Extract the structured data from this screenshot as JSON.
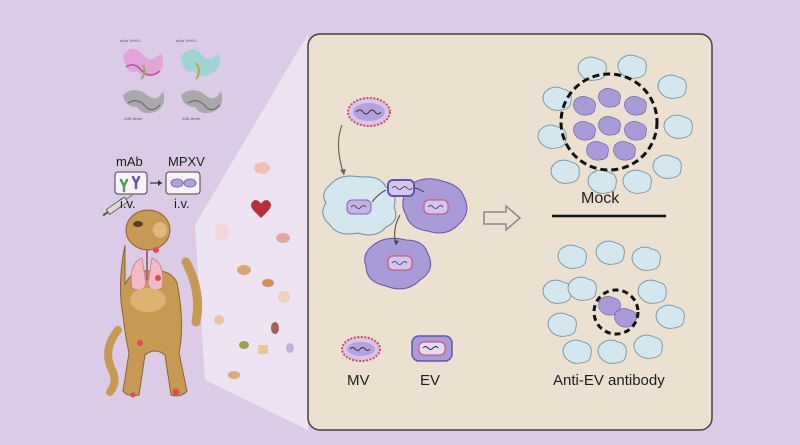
{
  "labels": {
    "mab": "mAb",
    "mpxv": "MPXV",
    "iv_left": "i.v.",
    "iv_right": "i.v.",
    "mv": "MV",
    "ev": "EV",
    "mock": "Mock",
    "anti_ev": "Anti-EV antibody",
    "struct_tl": "mAb VH/VL",
    "struct_tr": "mAb VH/VL",
    "struct_bl": "A35 dimer",
    "struct_br": "A35 dimer"
  },
  "colors": {
    "background": "#dccbe6",
    "panel": "#ece0d0",
    "panel_border": "#4a4040",
    "infected_cell": "#a99ad8",
    "uninfected_cell": "#d4e6ee",
    "virus_red": "#d6495a",
    "monkey_body": "#c79a54",
    "lungs": "#f2b9c6",
    "light_beam": "#f0e7f3",
    "arrow": "#666666"
  },
  "icons": {
    "monkey": "monkey-illustration",
    "syringe": "syringe-icon",
    "antibody": "antibody-icon",
    "virion": "virion-icon",
    "organs": "organ-icons",
    "protein_structures": "protein-structure-icons",
    "flow_arrow": "hollow-right-arrow-icon"
  }
}
